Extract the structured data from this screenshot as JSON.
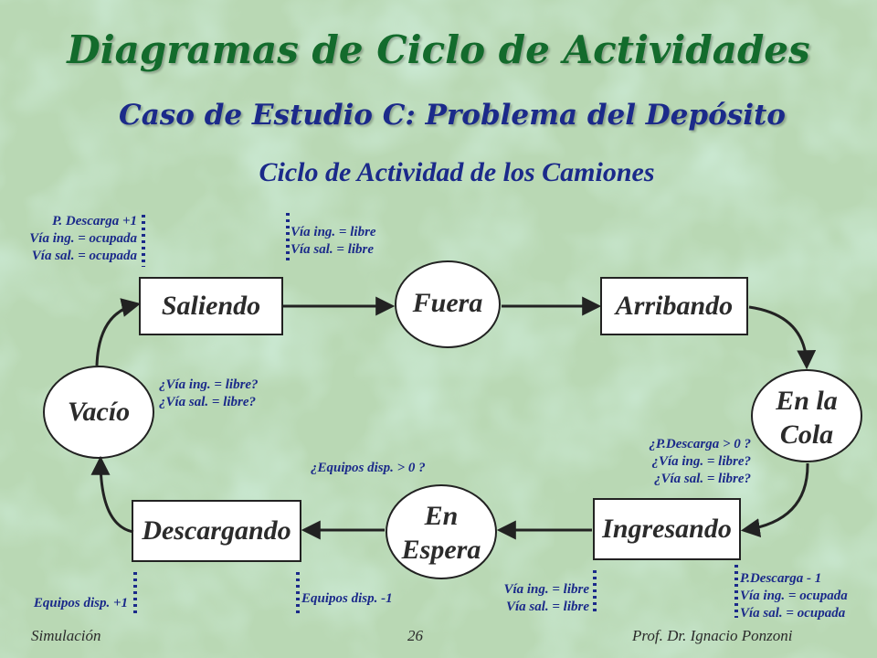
{
  "colors": {
    "title": "#136b2c",
    "subtitle": "#1b2a8a",
    "node_fill": "#ffffff",
    "node_stroke": "#222222",
    "note_text": "#1b2a8a",
    "dotted_line": "#1b2a8a"
  },
  "title": "Diagramas de Ciclo de Actividades",
  "subtitle": "Caso de Estudio C: Problema del Depósito",
  "diagram_title": "Ciclo de Actividad de los Camiones",
  "nodes": {
    "saliendo": "Saliendo",
    "fuera": "Fuera",
    "arribando": "Arribando",
    "en_la_cola_1": "En la",
    "en_la_cola_2": "Cola",
    "ingresando": "Ingresando",
    "en_espera_1": "En",
    "en_espera_2": "Espera",
    "descargando": "Descargando",
    "vacio": "Vacío"
  },
  "notes": {
    "saliendo_effect": [
      "P. Descarga +1",
      "Vía ing. = ocupada",
      "Vía  sal. = ocupada"
    ],
    "fuera_effect": [
      "Vía ing. = libre",
      "Vía  sal. = libre"
    ],
    "vacio_condition": [
      "¿Vía ing. = libre?",
      "¿Vía  sal. = libre?"
    ],
    "cola_condition": [
      "¿P.Descarga > 0 ?",
      "¿Vía ing. = libre?",
      "¿Vía sal. = libre?"
    ],
    "espera_condition": "¿Equipos disp.  > 0 ?",
    "descargando_effect": "Equipos disp. +1",
    "espera_effect": "Equipos disp. -1",
    "ingresando_effect": [
      "Vía ing. = libre",
      "Vía  sal. = libre"
    ],
    "ingresando_after": [
      "P.Descarga - 1",
      "Vía ing. = ocupada",
      "Vía  sal. = ocupada"
    ]
  },
  "footer": {
    "left": "Simulación",
    "center": "26",
    "right": "Prof. Dr. Ignacio Ponzoni"
  }
}
